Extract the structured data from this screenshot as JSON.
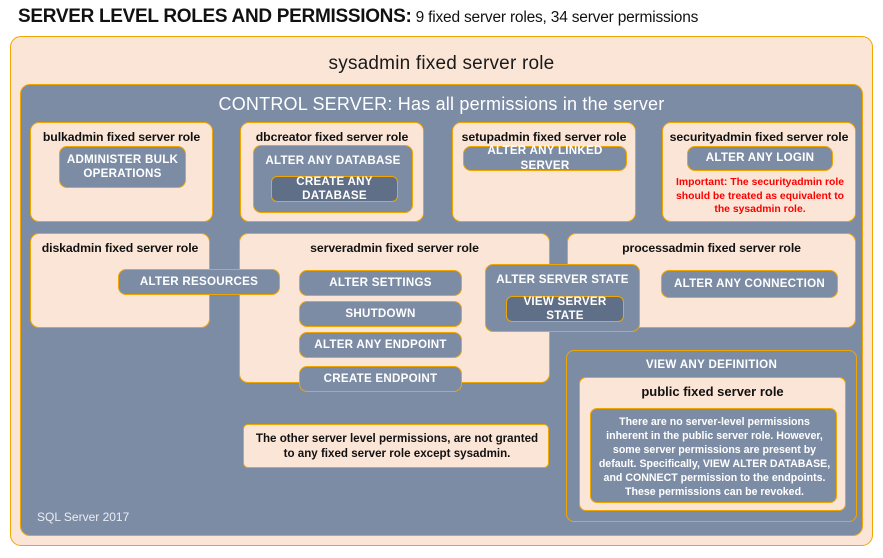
{
  "title": {
    "strong": "SERVER LEVEL ROLES AND PERMISSIONS:",
    "rest": " 9 fixed server roles, 34 server permissions"
  },
  "colors": {
    "cream": "#FBE5D6",
    "gold_border": "#F0A500",
    "slate": "#7C8CA5",
    "slate_dark": "#5F6F88",
    "warning_red": "#FF0000",
    "text_dark": "#111111",
    "text_light": "#FFFFFF"
  },
  "sysadmin": {
    "label": "sysadmin fixed server role"
  },
  "control_server": {
    "label": "CONTROL SERVER: Has all permissions in the server"
  },
  "footer": {
    "label": "SQL Server 2017"
  },
  "roles": {
    "bulkadmin": {
      "title": "bulkadmin fixed server role",
      "permission": "ADMINISTER  BULK OPERATIONS"
    },
    "dbcreator": {
      "title": "dbcreator fixed server role",
      "permission_outer": "ALTER ANY DATABASE",
      "permission_inner": "CREATE  ANY DATABASE"
    },
    "setupadmin": {
      "title": "setupadmin fixed server role",
      "permission": "ALTER ANY LINKED SERVER"
    },
    "securityadmin": {
      "title": "securityadmin fixed server role",
      "permission": "ALTER ANY LOGIN",
      "note": "Important: The securityadmin role should be treated as equivalent to the sysadmin role."
    },
    "diskadmin": {
      "title": "diskadmin fixed server role",
      "permission": "ALTER RESOURCES"
    },
    "serveradmin": {
      "title": "serveradmin fixed server role",
      "permissions": [
        "ALTER SETTINGS",
        "SHUTDOWN",
        "ALTER ANY ENDPOINT",
        "CREATE  ENDPOINT"
      ],
      "permission_outer": "ALTER SERVER STATE",
      "permission_inner": "VIEW SERVER STATE"
    },
    "processadmin": {
      "title": "processadmin fixed server role",
      "permission": "ALTER ANY CONNECTION"
    },
    "public": {
      "view_any_definition": "VIEW ANY DEFINITION",
      "title": "public  fixed server role",
      "body": "There are no server-level permissions inherent in the public server role. However, some server permissions are present by default. Specifically, VIEW ALTER DATABASE, and CONNECT permission to the endpoints. These permissions can be revoked."
    }
  },
  "notes": {
    "other_permissions": "The other server level permissions, are not granted to any fixed server role except sysadmin."
  }
}
